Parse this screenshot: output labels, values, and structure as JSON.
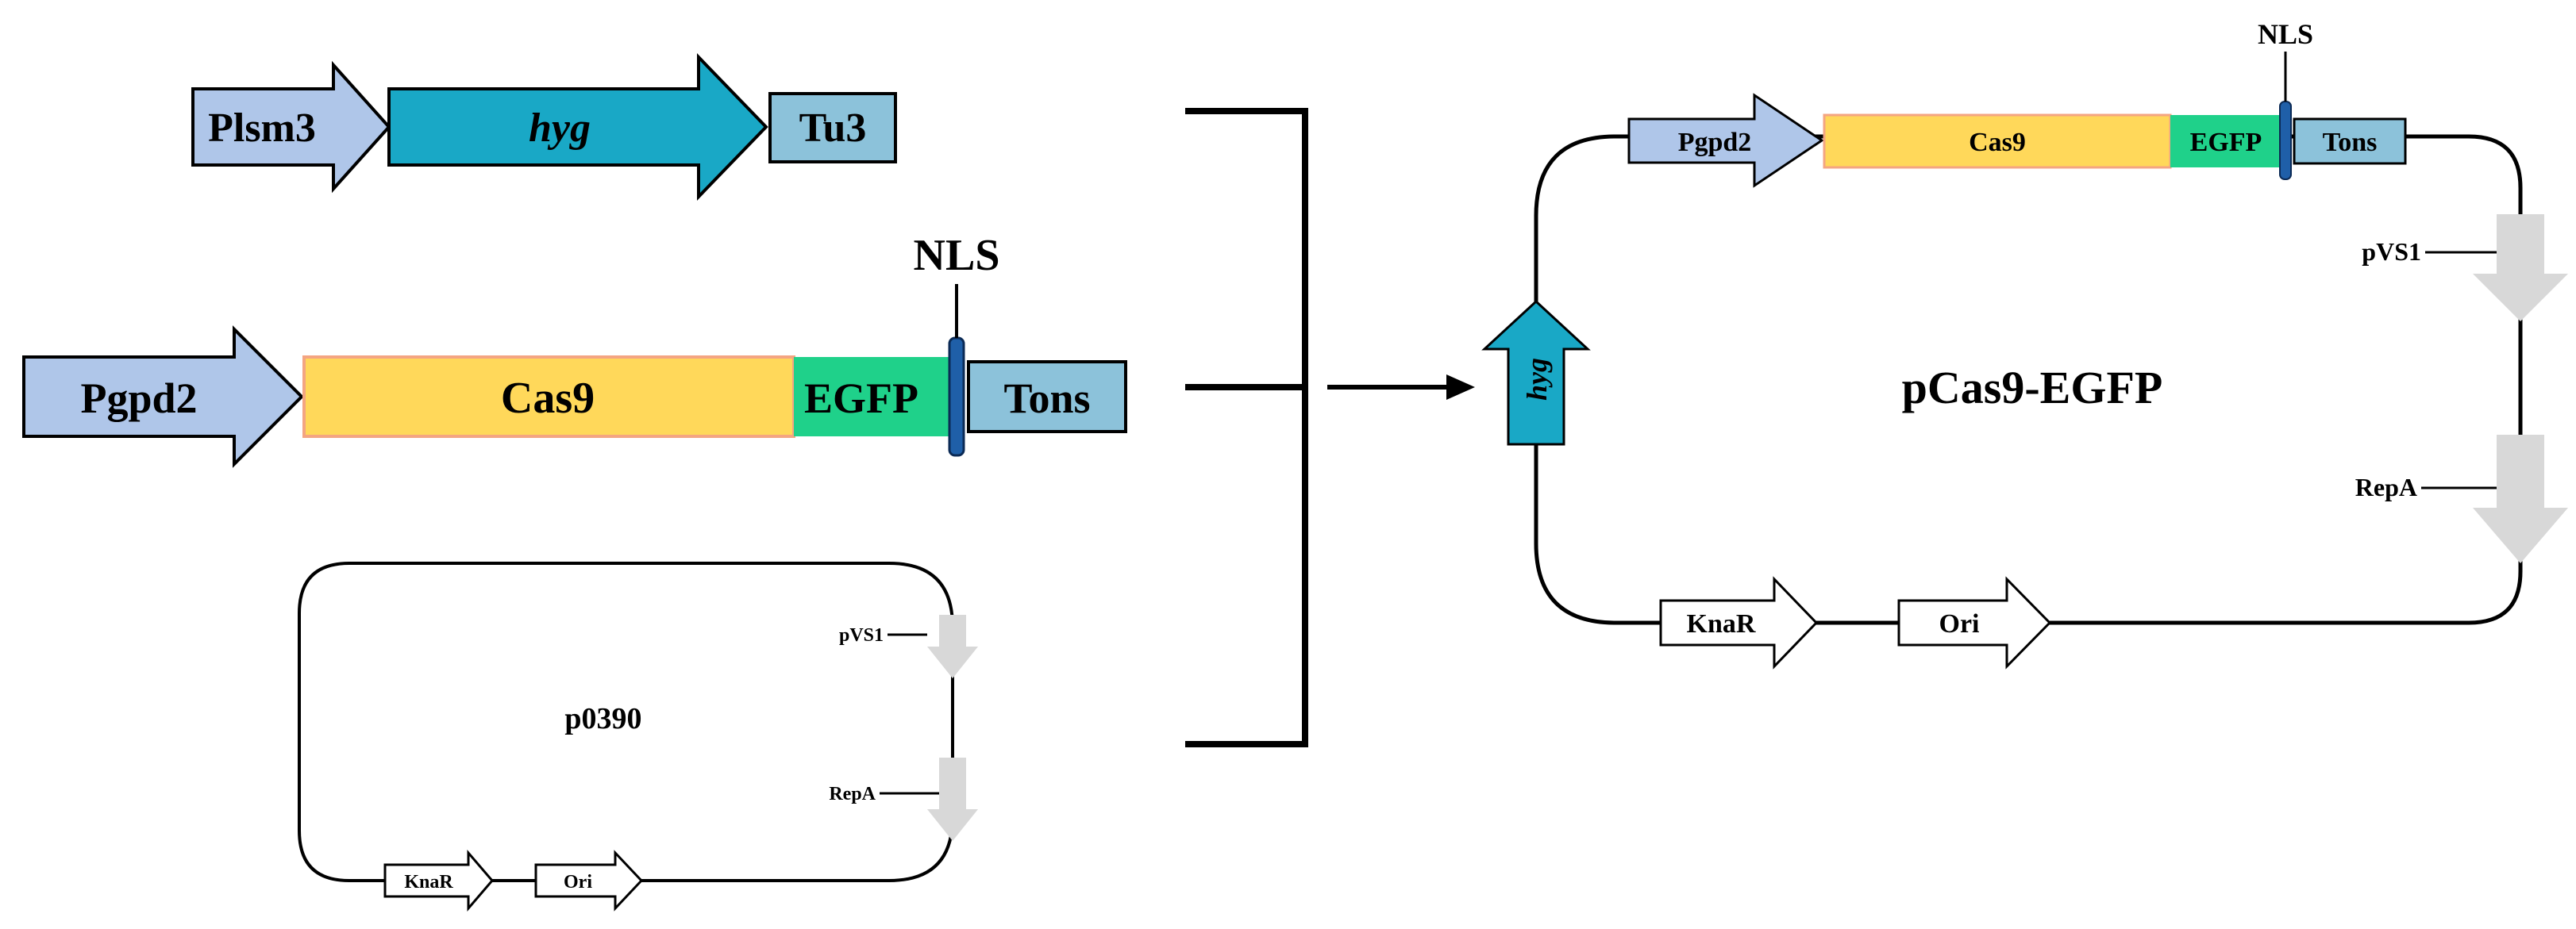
{
  "colors": {
    "promoter": "#AFC6E9",
    "hyg": "#19A8C6",
    "terminator": "#8CC2DA",
    "cas9": "#FFD85A",
    "cas9_border": "#F4A582",
    "egfp": "#1FD18A",
    "nls": "#1F5FA8",
    "backbone_gene": "#D8D8D8",
    "line": "#000000"
  },
  "cassette_hyg": {
    "promoter": "Plsm3",
    "gene": "hyg",
    "terminator": "Tu3"
  },
  "cassette_cas9": {
    "promoter": "Pgpd2",
    "cas9": "Cas9",
    "egfp": "EGFP",
    "nls": "NLS",
    "terminator": "Tons"
  },
  "vector": {
    "name": "p0390",
    "pvs1": "pVS1",
    "repa": "RepA",
    "knar": "KnaR",
    "ori": "Ori"
  },
  "product": {
    "name": "pCas9-EGFP",
    "promoter": "Pgpd2",
    "cas9": "Cas9",
    "egfp": "EGFP",
    "nls": "NLS",
    "terminator": "Tons",
    "hyg": "hyg",
    "pvs1": "pVS1",
    "repa": "RepA",
    "knar": "KnaR",
    "ori": "Ori"
  }
}
